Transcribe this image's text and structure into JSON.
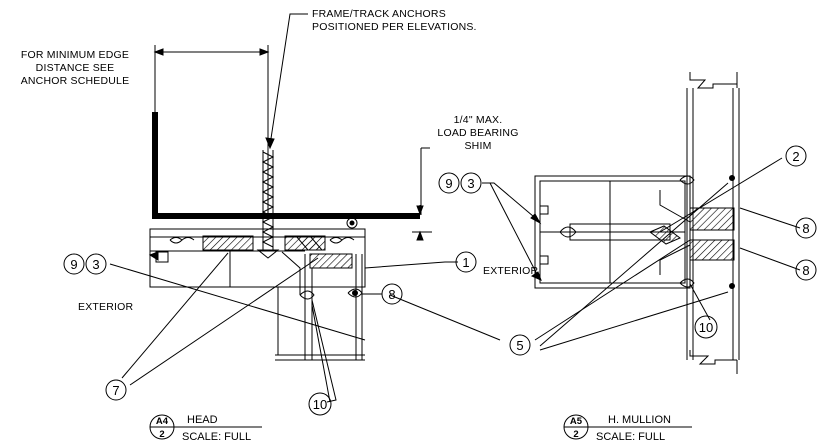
{
  "notes": {
    "frame_track_anchors": [
      "FRAME/TRACK ANCHORS",
      "POSITIONED PER ELEVATIONS."
    ],
    "edge_distance": [
      "FOR MINIMUM EDGE",
      "DISTANCE SEE",
      "ANCHOR SCHEDULE"
    ],
    "shim": [
      "1/4\" MAX.",
      "LOAD BEARING",
      "SHIM"
    ],
    "exterior_left": "EXTERIOR",
    "exterior_right": "EXTERIOR"
  },
  "callouts": {
    "head_9": "9",
    "head_3": "3",
    "head_1": "1",
    "head_8": "8",
    "head_7": "7",
    "head_10": "10",
    "center_5": "5",
    "mullion_9": "9",
    "mullion_3": "3",
    "mullion_2": "2",
    "mullion_8_top": "8",
    "mullion_8_bottom": "8",
    "mullion_10": "10"
  },
  "titles": {
    "head": {
      "tag_top": "A4",
      "tag_bottom": "2",
      "name": "HEAD",
      "scale": "SCALE: FULL"
    },
    "mullion": {
      "tag_top": "A5",
      "tag_bottom": "2",
      "name": "H. MULLION",
      "scale": "SCALE: FULL"
    }
  }
}
